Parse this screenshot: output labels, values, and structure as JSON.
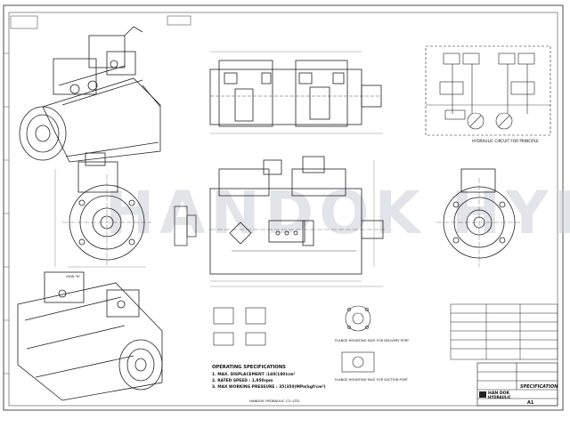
{
  "watermark": "HANDOK HYD",
  "drawing": {
    "circuit_title": "HYDRAULIC CIRCUIT FOR PRINCIPLE",
    "view_label": "VIEW \"B\"",
    "flange_note_1": "FLANGE MOUNTING FACE FOR DELIVERY PORT",
    "flange_note_2": "FLANGE MOUNTING FACE FOR SUCTION PORT"
  },
  "specs": {
    "heading": "OPERATING SPECIFICATIONS",
    "items": [
      "1. MAX. DISPLACEMENT :140(180)cm³",
      "2. RATED SPEED : 1,950rpm",
      "3. MAX WORKING PRESSURE : 35(350)MPa(kgf/cm²)"
    ]
  },
  "title_block": {
    "company_top": "HAN DOK",
    "company_bottom": "HYDRAULIC",
    "doc_title": "SPECIFICATION",
    "sheet_size": "A1"
  },
  "footer": {
    "copyright": "HANDOK HYDRAULIC CO.,LTD."
  }
}
